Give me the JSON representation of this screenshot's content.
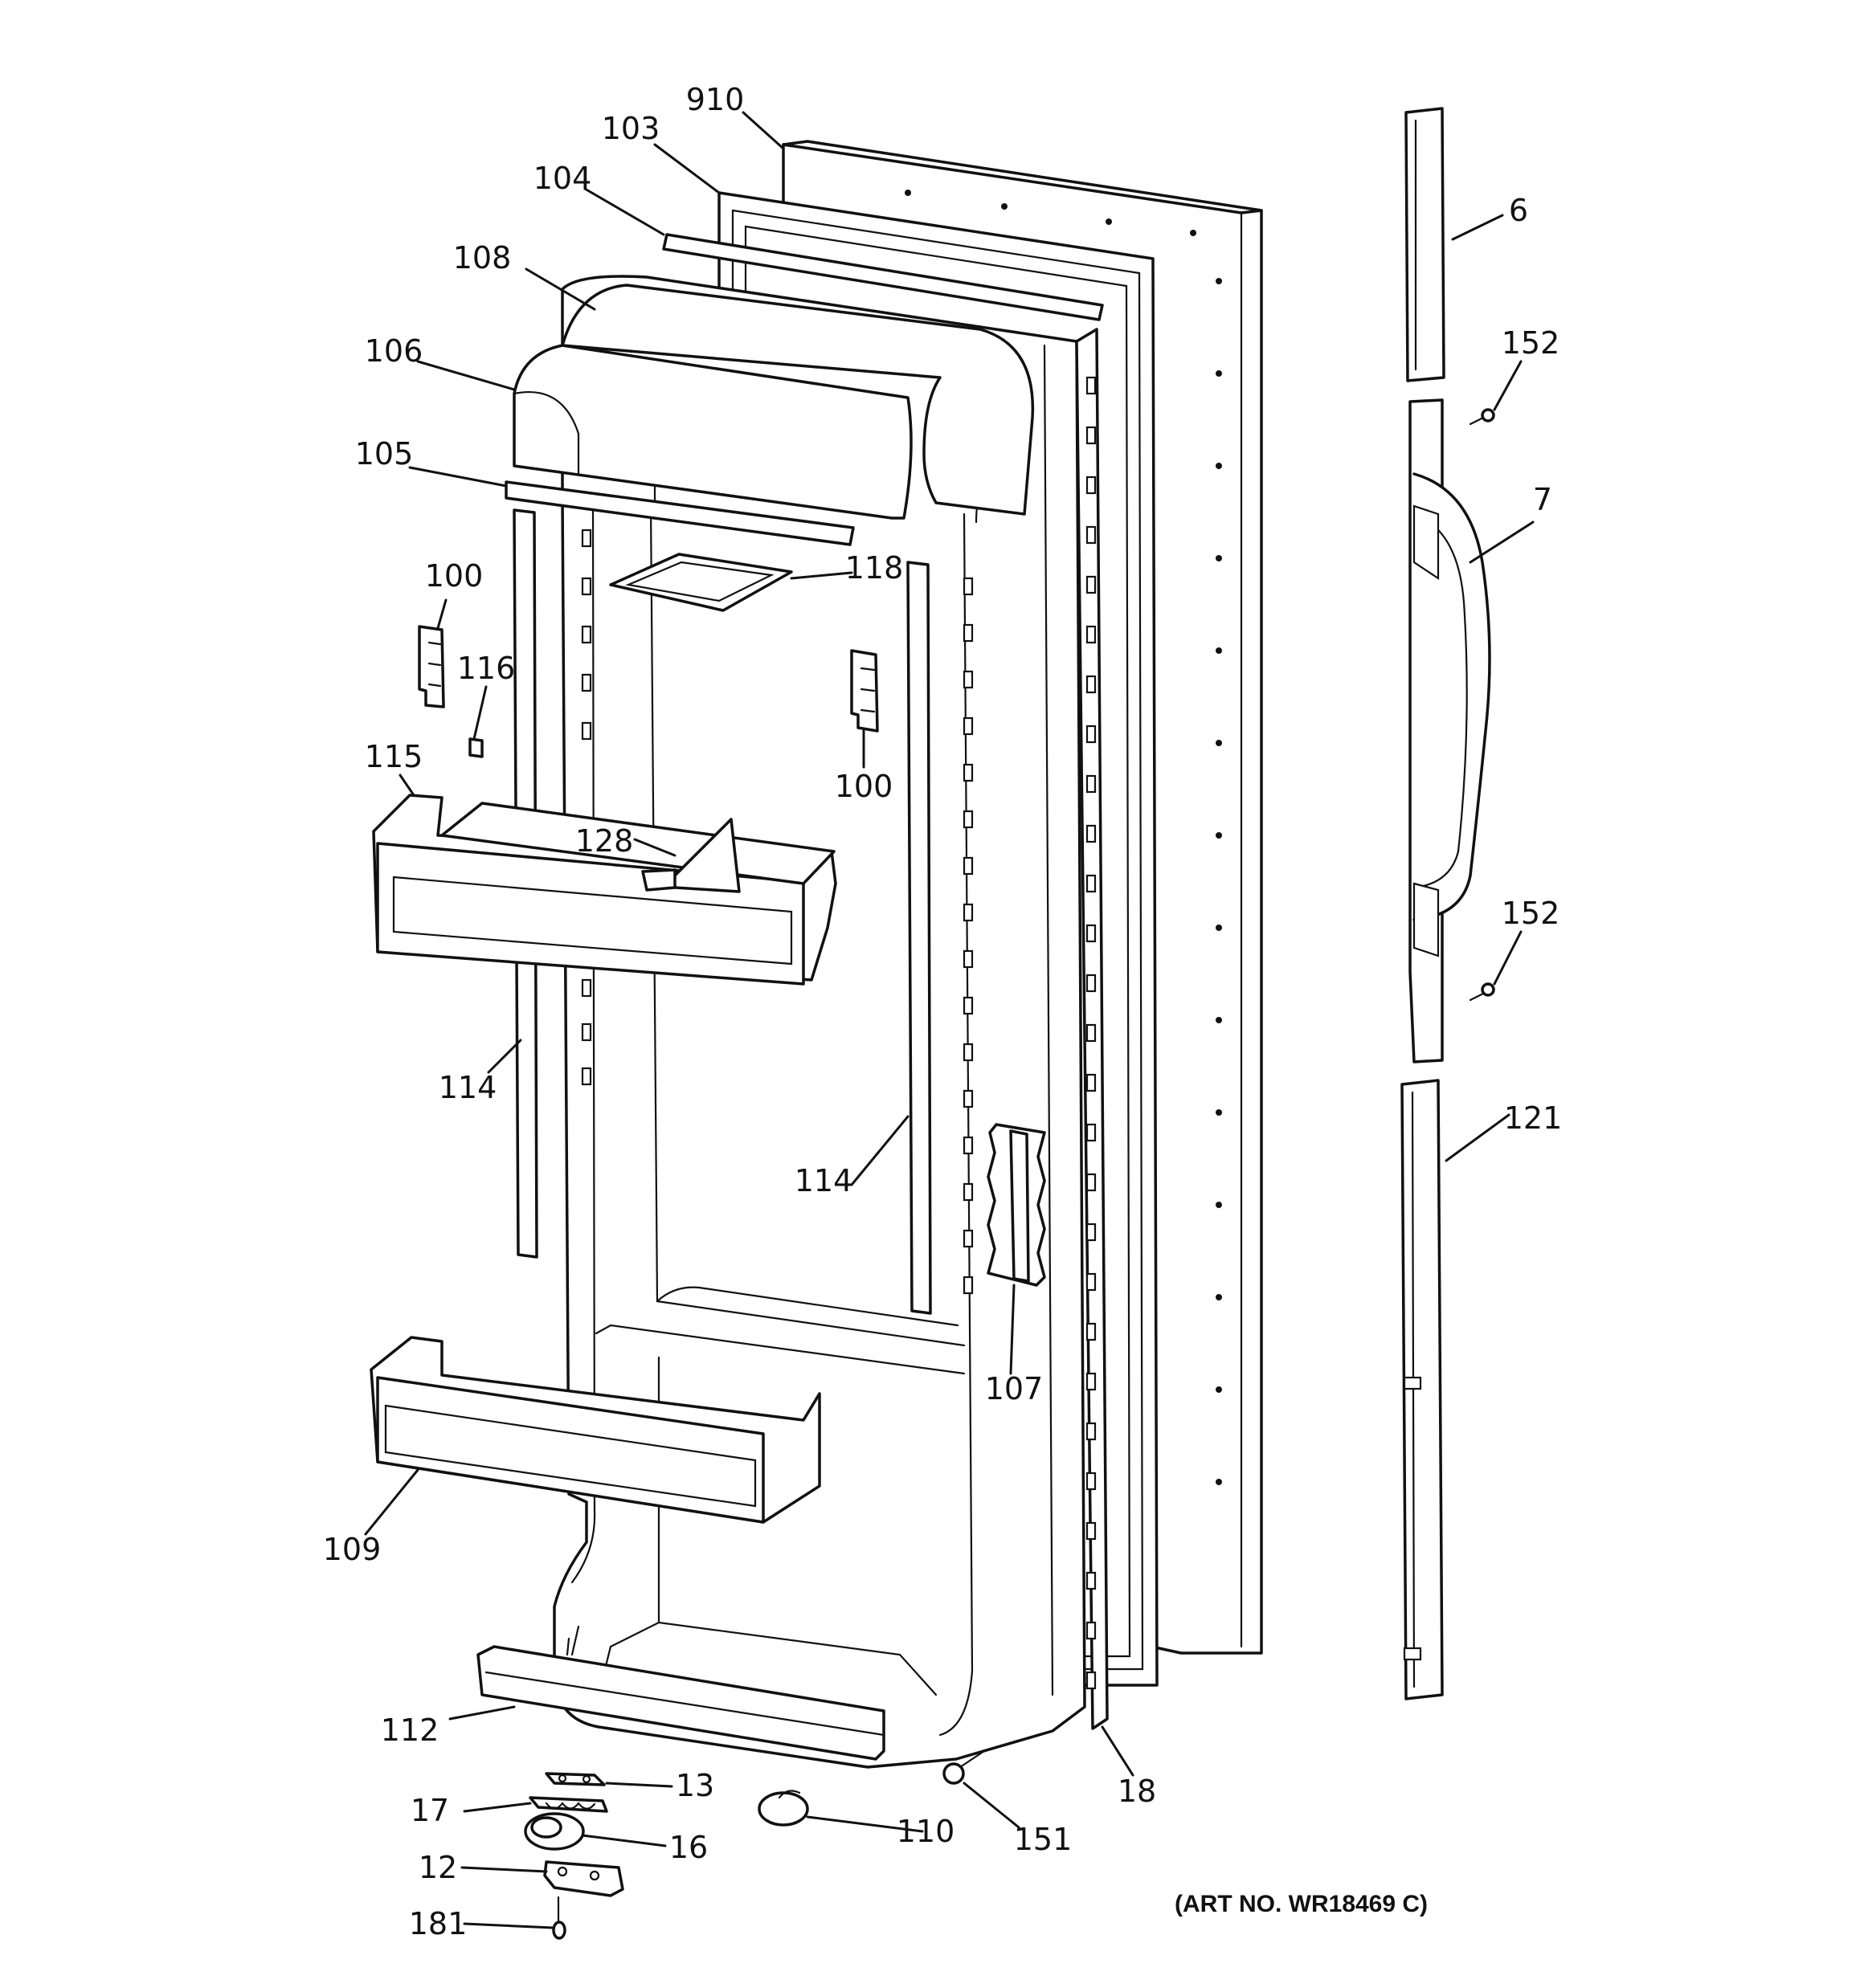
{
  "art_number": "(ART NO. WR18469 C)",
  "callouts": {
    "c910": "910",
    "c103": "103",
    "c104": "104",
    "c108": "108",
    "c106": "106",
    "c105": "105",
    "c100a": "100",
    "c116": "116",
    "c118": "118",
    "c100b": "100",
    "c115": "115",
    "c128": "128",
    "c114a": "114",
    "c114b": "114",
    "c107": "107",
    "c109": "109",
    "c112": "112",
    "c13": "13",
    "c17": "17",
    "c16": "16",
    "c12": "12",
    "c181": "181",
    "c110": "110",
    "c151": "151",
    "c18": "18",
    "c6": "6",
    "c152a": "152",
    "c7": "7",
    "c152b": "152",
    "c121": "121"
  }
}
